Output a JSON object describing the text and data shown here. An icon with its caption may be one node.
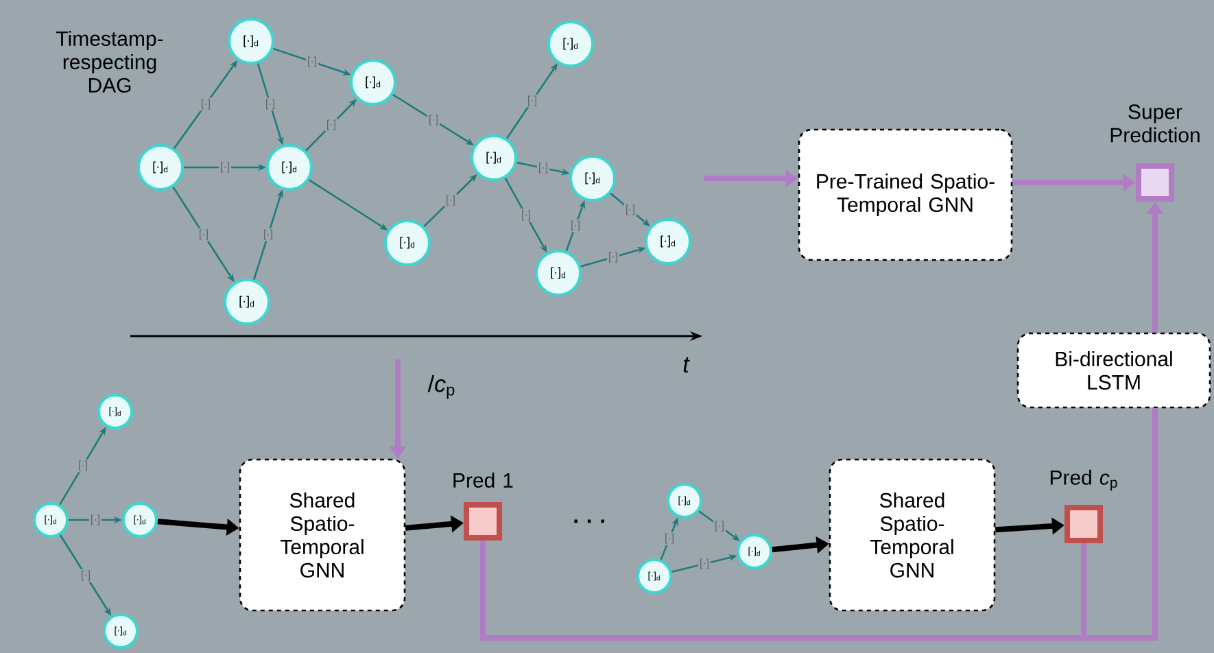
{
  "diagram": {
    "nodes": [
      {
        "text": [
          "[·]$_{d}$"
        ]
      },
      {
        "text": [
          "[·]$_{d}$"
        ]
      },
      {
        "text": [
          "[·]$_{d}$"
        ]
      },
      {
        "text": [
          "[·]$_{d}$"
        ]
      },
      {
        "text": [
          "[·]$_{d}$"
        ]
      },
      {
        "text": [
          "[·]$_{d}$"
        ]
      },
      {
        "text": [
          "[·]$_{d}$"
        ]
      },
      {
        "text": [
          "[·]$_{d}$"
        ]
      },
      {
        "text": [
          "[·]$_{d}$"
        ]
      },
      {
        "text": [
          "[·]$_{d}$"
        ]
      },
      {
        "text": [
          "[·]$_{d}$"
        ]
      },
      {
        "text": [
          "Pre-Trained Spatio-Temporal GNN"
        ]
      },
      {
        "text": [
          "Super Prediction"
        ]
      },
      {
        "text": [
          "Bi-directional LSTM"
        ]
      },
      {
        "text": [
          "[·]$_{d}$"
        ]
      },
      {
        "text": [
          "[·]$_{d}$"
        ]
      },
      {
        "text": [
          "[·]$_{d}$"
        ]
      },
      {
        "text": [
          "[·]$_{d}$"
        ]
      },
      {
        "text": [
          "Shared Spatio-Temporal GNN"
        ]
      },
      {
        "text": [
          "Pred 1"
        ]
      },
      {
        "text": [
          "[·]$_{d}$"
        ]
      },
      {
        "text": [
          "[·]$_{d}$"
        ]
      },
      {
        "text": [
          "[·]$_{d}$"
        ]
      },
      {
        "text": [
          "Shared Spatio-Temporal GNN"
        ]
      },
      {
        "text": [
          "Pred *c*$_{p}$"
        ]
      }
    ],
    "edges": [
      {
        "from": 0,
        "to": 1,
        "arrow": "to",
        "label": "[·]"
      },
      {
        "from": 0,
        "to": 2,
        "arrow": "to",
        "label": "[·]"
      },
      {
        "from": 0,
        "to": 3,
        "arrow": "to",
        "label": "[·]"
      },
      {
        "from": 1,
        "to": 2,
        "arrow": "to",
        "label": "[·]"
      },
      {
        "from": 1,
        "to": 4,
        "arrow": "to",
        "label": "[·]"
      },
      {
        "from": 3,
        "to": 2,
        "arrow": "to",
        "label": "[·]"
      },
      {
        "from": 2,
        "to": 4,
        "arrow": "to",
        "label": "[·]"
      },
      {
        "from": 2,
        "to": 5,
        "arrow": "to"
      },
      {
        "from": 4,
        "to": 6,
        "arrow": "to",
        "label": "[·]"
      },
      {
        "from": 5,
        "to": 6,
        "arrow": "to",
        "label": "[·]"
      },
      {
        "from": 6,
        "to": 7,
        "arrow": "to",
        "label": "[·]"
      },
      {
        "from": 6,
        "to": 8,
        "arrow": "to",
        "label": "[·]"
      },
      {
        "from": 6,
        "to": 9,
        "arrow": "to",
        "label": "[·]"
      },
      {
        "from": 9,
        "to": 8,
        "arrow": "to",
        "label": "[·]"
      },
      {
        "from": 8,
        "to": 10,
        "arrow": "to",
        "label": "[·]"
      },
      {
        "from": 9,
        "to": 10,
        "arrow": "to",
        "label": "[·]"
      },
      {
        "from": null,
        "to": 11,
        "arrow": "to",
        "style": "thick",
        "color": "#b07cc6"
      },
      {
        "from": 11,
        "to": 12,
        "arrow": "to",
        "style": "thick",
        "color": "#b07cc6"
      },
      {
        "from": 13,
        "to": 12,
        "arrow": "to",
        "style": "thick",
        "color": "#b07cc6"
      },
      {
        "from": null,
        "to": 18,
        "arrow": "to",
        "label": "/*c*$_{p}$",
        "style": "thick",
        "color": "#b07cc6"
      },
      {
        "from": 14,
        "to": 15,
        "arrow": "to",
        "label": "[·]"
      },
      {
        "from": 14,
        "to": 16,
        "arrow": "to",
        "label": "[·]"
      },
      {
        "from": 14,
        "to": 17,
        "arrow": "to",
        "label": "[·]"
      },
      {
        "from": 16,
        "to": 18,
        "arrow": "to",
        "style": "thick",
        "color": "#000000"
      },
      {
        "from": 18,
        "to": 19,
        "arrow": "to",
        "style": "thick",
        "color": "#000000"
      },
      {
        "from": 21,
        "to": 20,
        "arrow": "to",
        "label": "[·]"
      },
      {
        "from": 20,
        "to": 22,
        "arrow": "to",
        "label": "[·]"
      },
      {
        "from": 21,
        "to": 22,
        "arrow": "to",
        "label": "[·]"
      },
      {
        "from": 22,
        "to": 23,
        "arrow": "to",
        "style": "thick",
        "color": "#000000"
      },
      {
        "from": 23,
        "to": 24,
        "arrow": "to",
        "style": "thick",
        "color": "#000000"
      },
      {
        "from": 19,
        "to": 13,
        "arrow": "none",
        "style": "thick",
        "color": "#b07cc6"
      },
      {
        "from": 24,
        "to": 13,
        "arrow": "none",
        "style": "thick",
        "color": "#b07cc6"
      }
    ],
    "labels": [
      "Timestamp-respecting DAG",
      "t",
      "· · ·"
    ]
  }
}
